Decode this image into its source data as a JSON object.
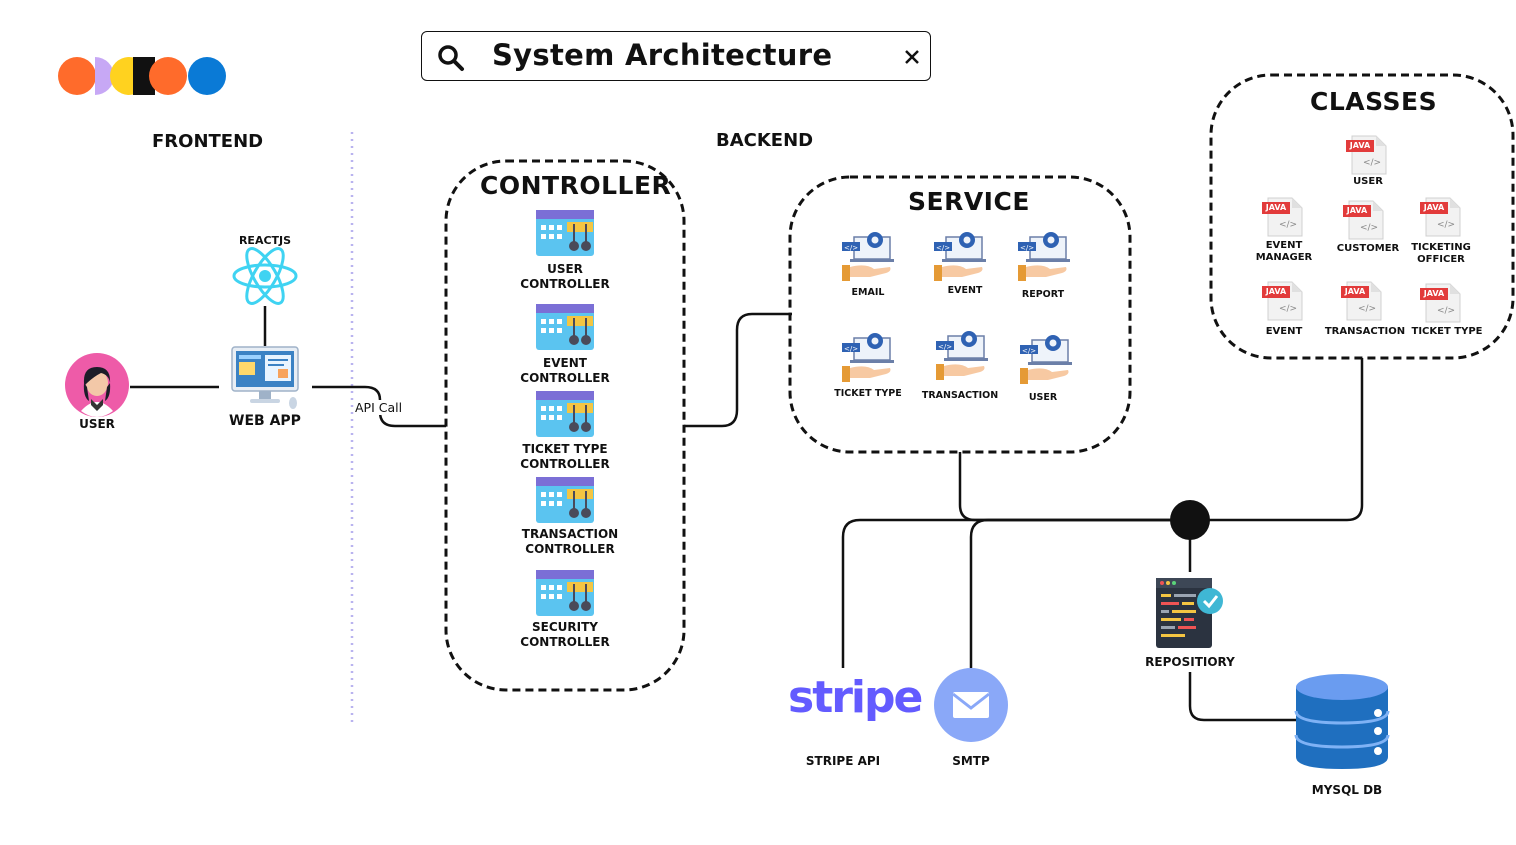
{
  "header": {
    "title": "System Architecture"
  },
  "sections": {
    "frontend": "FRONTEND",
    "backend": "BACKEND"
  },
  "frontend": {
    "user": "USER",
    "reactjs": "REACTJS",
    "web_app": "WEB APP",
    "api_call": "API Call"
  },
  "controller": {
    "title": "CONTROLLER",
    "items": [
      "USER\nCONTROLLER",
      "EVENT\nCONTROLLER",
      "TICKET TYPE\nCONTROLLER",
      "TRANSACTION\nCONTROLLER",
      "SECURITY\nCONTROLLER"
    ]
  },
  "service": {
    "title": "SERVICE",
    "items": [
      "EMAIL",
      "EVENT",
      "REPORT",
      "TICKET TYPE",
      "TRANSACTION",
      "USER"
    ]
  },
  "classes": {
    "title": "CLASSES",
    "file_tag": "JAVA",
    "items": [
      "USER",
      "EVENT\nMANAGER",
      "CUSTOMER",
      "TICKETING\nOFFICER",
      "EVENT",
      "TRANSACTION",
      "TICKET TYPE"
    ]
  },
  "integrations": {
    "stripe_logo": "stripe",
    "stripe_api": "STRIPE API",
    "smtp": "SMTP",
    "repository": "REPOSITIORY",
    "database": "MYSQL DB"
  },
  "colors": {
    "logo": [
      "#ff6b2b",
      "#c7a8f5",
      "#ffd21f",
      "#111111",
      "#ff6b2b",
      "#0a7ad6"
    ],
    "react": "#3fd3f2",
    "stripe": "#635bff",
    "smtp": "#8aa8f8",
    "database": "#1f6fbf",
    "avatar": "#ee5ba8",
    "divider": "#b9b3ef"
  },
  "icons": [
    "search-icon",
    "close-icon",
    "user-avatar-icon",
    "react-icon",
    "web-app-icon",
    "controller-icon",
    "service-icon",
    "java-file-icon",
    "stripe-logo",
    "mail-icon",
    "code-check-icon",
    "database-icon"
  ]
}
